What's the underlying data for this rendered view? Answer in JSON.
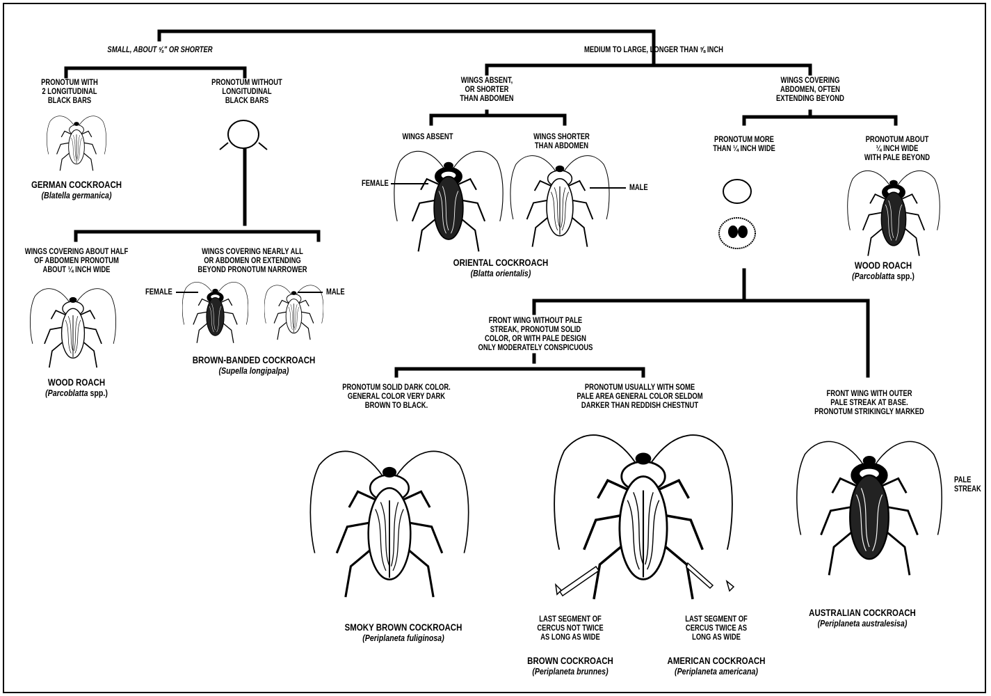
{
  "branches": {
    "small": "SMALL, ABOUT ⅝\" OR SHORTER",
    "large": "MEDIUM TO LARGE, LONGER THAN ⅝ INCH"
  },
  "small": {
    "with_bars": "PRONOTUM WITH\n2 LONGITUDINAL\nBLACK BARS",
    "without_bars": "PRONOTUM WITHOUT\nLONGITUDINAL\nBLACK BARS",
    "half_wings": "WINGS COVERING ABOUT HALF\nOF ABDOMEN PRONOTUM\nABOUT ¼ INCH WIDE",
    "nearly_all": "WINGS COVERING NEARLY ALL\nOR ABDOMEN OR EXTENDING\nBEYOND PRONOTUM NARROWER"
  },
  "large": {
    "wings_absent_short": "WINGS ABSENT,\nOR SHORTER\nTHAN ABDOMEN",
    "wings_covering": "WINGS COVERING\nABDOMEN, OFTEN\nEXTENDING BEYOND",
    "wings_absent": "WINGS ABSENT",
    "wings_shorter": "WINGS SHORTER\nTHAN ABDOMEN",
    "pronotum_more": "PRONOTUM MORE\nTHAN ¼ INCH WIDE",
    "pronotum_about": "PRONOTUM ABOUT\n¼ INCH WIDE\nWITH PALE BEYOND",
    "no_pale_streak": "FRONT WING WITHOUT PALE\nSTREAK, PRONOTUM SOLID\nCOLOR, OR WITH PALE DESIGN\nONLY MODERATELY CONSPICUOUS",
    "outer_pale": "FRONT WING WITH OUTER\nPALE STREAK AT BASE.\nPRONOTUM STRIKINGLY MARKED",
    "solid_dark": "PRONOTUM SOLID DARK COLOR.\nGENERAL COLOR VERY DARK\nBROWN TO BLACK.",
    "pale_area": "PRONOTUM USUALLY WITH SOME\nPALE AREA GENERAL COLOR SELDOM\nDARKER THAN REDDISH CHESTNUT",
    "cercus_not_twice": "LAST SEGMENT OF\nCERCUS NOT TWICE\nAS LONG AS WIDE",
    "cercus_twice": "LAST SEGMENT OF\nCERCUS TWICE AS\nLONG AS WIDE"
  },
  "tags": {
    "female": "FEMALE",
    "male": "MALE",
    "pale_streak": "PALE\nSTREAK"
  },
  "species": {
    "german": {
      "name": "GERMAN COCKROACH",
      "sci": "(Blatella germanica)"
    },
    "wood_small": {
      "name": "WOOD ROACH",
      "sci_genus": "(Parcoblatta",
      "sci_rest": " spp.)"
    },
    "brown_banded": {
      "name": "BROWN-BANDED COCKROACH",
      "sci": "(Supella longipalpa)"
    },
    "oriental": {
      "name": "ORIENTAL COCKROACH",
      "sci": "(Blatta orientalis)"
    },
    "wood_large": {
      "name": "WOOD ROACH",
      "sci_genus": "(Parcoblatta",
      "sci_rest": " spp.)"
    },
    "smoky_brown": {
      "name": "SMOKY BROWN COCKROACH",
      "sci": "(Periplaneta fuliginosa)"
    },
    "brown": {
      "name": "BROWN COCKROACH",
      "sci": "(Periplaneta brunnes)"
    },
    "american": {
      "name": "AMERICAN COCKROACH",
      "sci": "(Periplaneta americana)"
    },
    "australian": {
      "name": "AUSTRALIAN COCKROACH",
      "sci": "(Periplaneta australesisa)"
    }
  }
}
